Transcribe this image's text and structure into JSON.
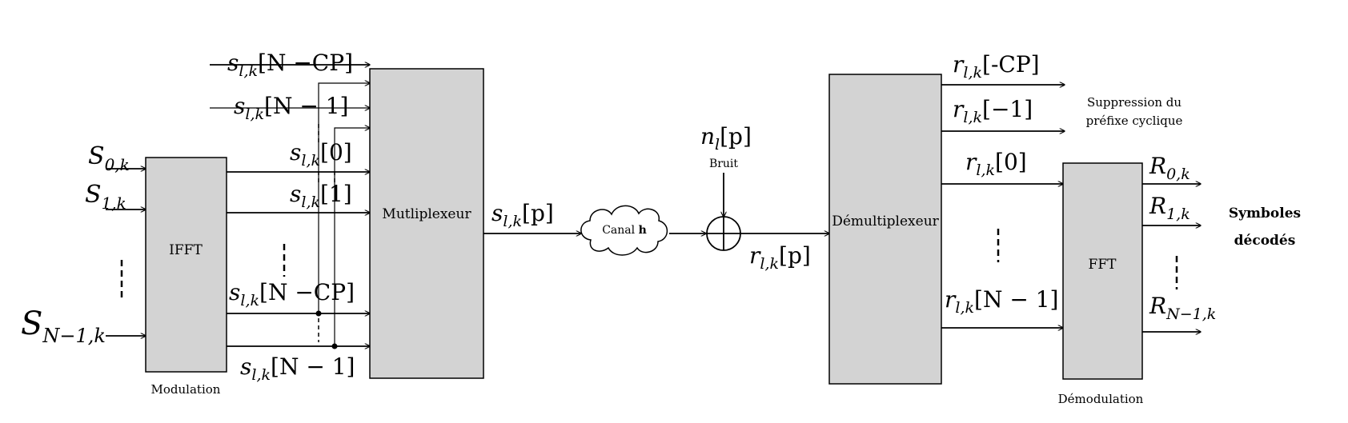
{
  "blocks": {
    "ifft": "IFFT",
    "multiplexer": "Mutliplexeur",
    "demultiplexer": "Démultiplexeur",
    "fft": "FFT"
  },
  "captions": {
    "modulation": "Modulation",
    "demodulation": "Démodulation",
    "noise": "Bruit",
    "cp_removal_line1": "Suppression du",
    "cp_removal_line2": "préfixe cyclique",
    "decoded_line1": "Symboles",
    "decoded_line2": "décodés"
  },
  "channel": {
    "label": "Canal",
    "symbol": "h"
  },
  "inputs": {
    "s0_base": "S",
    "s0_sub": "0,k",
    "s1_base": "S",
    "s1_sub": "1,k",
    "sN_base": "S",
    "sN_sub": "N−1,k"
  },
  "mux_inputs": {
    "top_cp": {
      "base": "s",
      "sub": "l,k",
      "arg": "[N −CP]"
    },
    "top_n1": {
      "base": "s",
      "sub": "l,k",
      "arg": "[N − 1]"
    },
    "s0": {
      "base": "s",
      "sub": "l,k",
      "arg": "[0]"
    },
    "s1": {
      "base": "s",
      "sub": "l,k",
      "arg": "[1]"
    },
    "bot_cp": {
      "base": "s",
      "sub": "l,k",
      "arg": "[N −CP]"
    },
    "bot_n1": {
      "base": "s",
      "sub": "l,k",
      "arg": "[N − 1]"
    }
  },
  "signals": {
    "tx": {
      "base": "s",
      "sub": "l,k",
      "arg": "[p]"
    },
    "noise": {
      "base": "n",
      "sub": "l",
      "arg": "[p]"
    },
    "rx": {
      "base": "r",
      "sub": "l,k",
      "arg": "[p]"
    }
  },
  "demux_outputs": {
    "r_cp": {
      "base": "r",
      "sub": "l,k",
      "arg": "[-CP]"
    },
    "r_m1": {
      "base": "r",
      "sub": "l,k",
      "arg": "[−1]"
    },
    "r0": {
      "base": "r",
      "sub": "l,k",
      "arg": "[0]"
    },
    "rN1": {
      "base": "r",
      "sub": "l,k",
      "arg": "[N − 1]"
    }
  },
  "outputs": {
    "R0_base": "R",
    "R0_sub": "0,k",
    "R1_base": "R",
    "R1_sub": "1,k",
    "RN_base": "R",
    "RN_sub": "N−1,k"
  }
}
